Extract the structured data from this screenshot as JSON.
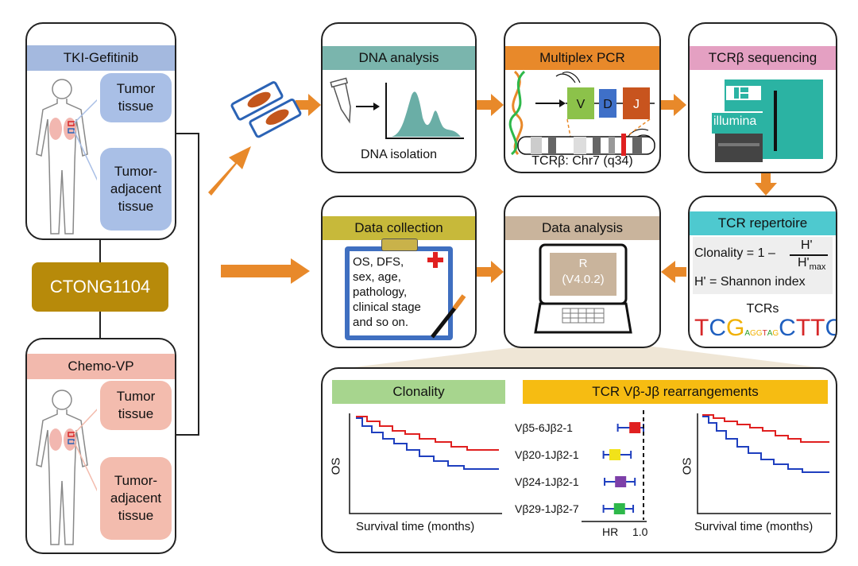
{
  "colors": {
    "blue_header": "#a4b9df",
    "blue_tissue": "#a9bfe6",
    "pink_header": "#f2b9ad",
    "pink_tissue": "#f3bcae",
    "gold": "#b78a0a",
    "orange": "#e8892a",
    "dna_header": "#7ab5ad",
    "pcr_header": "#e8892a",
    "seq_header": "#e4a0c2",
    "rep_header": "#4ec9cf",
    "collect_header": "#c7b93a",
    "analysis_header": "#c9b49c",
    "clonality_header": "#a7d58e",
    "rearr_header": "#f6bc12"
  },
  "arm_tki": {
    "title": "TKI-Gefitinib",
    "tumor": "Tumor\ntissue",
    "adjacent": "Tumor-\nadjacent\ntissue"
  },
  "trial": {
    "name": "CTONG1104"
  },
  "arm_chemo": {
    "title": "Chemo-VP",
    "tumor": "Tumor\ntissue",
    "adjacent": "Tumor-\nadjacent\ntissue"
  },
  "dna": {
    "title": "DNA analysis",
    "caption": "DNA isolation"
  },
  "pcr": {
    "title": "Multiplex PCR",
    "segments": [
      "V",
      "D",
      "J"
    ],
    "caption": "TCRβ: Chr7 (q34)"
  },
  "seq": {
    "title": "TCRβ sequencing",
    "brand": "illumina"
  },
  "repertoire": {
    "title": "TCR repertoire",
    "formula_left": "Clonality = 1 –",
    "numerator": "H'",
    "denominator": "H'",
    "denominator_sub": "max",
    "shannon": "H' = Shannon index",
    "tcrs": "TCRs",
    "logo": [
      {
        "ch": "T",
        "size": "big",
        "color": "#d62728"
      },
      {
        "ch": "C",
        "size": "big",
        "color": "#1f5fbf"
      },
      {
        "ch": "G",
        "size": "big",
        "color": "#f0b000"
      },
      {
        "ch": "A",
        "size": "small",
        "color": "#2ca02c"
      },
      {
        "ch": "G",
        "size": "small",
        "color": "#f0b000"
      },
      {
        "ch": "G",
        "size": "small",
        "color": "#f0b000"
      },
      {
        "ch": "T",
        "size": "small",
        "color": "#d62728"
      },
      {
        "ch": "A",
        "size": "small",
        "color": "#2ca02c"
      },
      {
        "ch": "G",
        "size": "small",
        "color": "#f0b000"
      },
      {
        "ch": "C",
        "size": "big",
        "color": "#1f5fbf"
      },
      {
        "ch": "T",
        "size": "big",
        "color": "#d62728"
      },
      {
        "ch": "T",
        "size": "big",
        "color": "#d62728"
      },
      {
        "ch": "C",
        "size": "big",
        "color": "#1f5fbf"
      }
    ]
  },
  "collection": {
    "title": "Data collection",
    "lines": [
      "OS, DFS,",
      "sex, age,",
      "pathology,",
      "clinical stage",
      "and so on."
    ]
  },
  "analysis": {
    "title": "Data analysis",
    "screen_line1": "R",
    "screen_line2": "(V4.0.2)"
  },
  "results": {
    "clonality_title": "Clonality",
    "rearr_title": "TCR Vβ-Jβ rearrangements",
    "km_ylabel": "OS",
    "km_xlabel": "Survival time (months)",
    "forest": [
      {
        "label": "Vβ5-6Jβ2-1",
        "color": "#e02020",
        "hr": 0.85,
        "ci": [
          0.55,
          1.0
        ]
      },
      {
        "label": "Vβ20-1Jβ2-1",
        "color": "#f1e21a",
        "hr": 0.5,
        "ci": [
          0.3,
          0.78
        ]
      },
      {
        "label": "Vβ24-1Jβ2-1",
        "color": "#7d3fa8",
        "hr": 0.6,
        "ci": [
          0.32,
          0.85
        ]
      },
      {
        "label": "Vβ29-1Jβ2-7",
        "color": "#2eb84a",
        "hr": 0.58,
        "ci": [
          0.3,
          0.82
        ]
      }
    ],
    "forest_xlabel": "HR",
    "forest_ref": "1.0"
  }
}
